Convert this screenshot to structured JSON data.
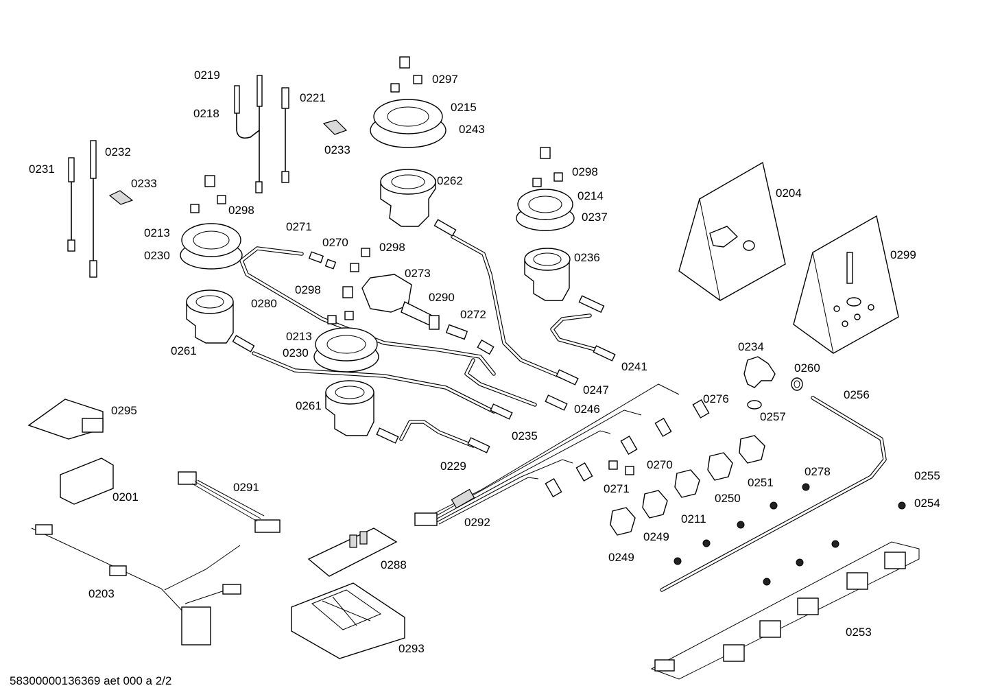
{
  "labels": [
    "0219",
    "0218",
    "0221",
    "0297",
    "0215",
    "0243",
    "0233",
    "0231",
    "0232",
    "0233",
    "0298",
    "0262",
    "0298",
    "0214",
    "0237",
    "0204",
    "0213",
    "0230",
    "0271",
    "0270",
    "0298",
    "0236",
    "0299",
    "0273",
    "0298",
    "0290",
    "0280",
    "0272",
    "0213",
    "0230",
    "0261",
    "0241",
    "0234",
    "0260",
    "0247",
    "0276",
    "0256",
    "0246",
    "0295",
    "0261",
    "0257",
    "0235",
    "0229",
    "0270",
    "0278",
    "0255",
    "0291",
    "0201",
    "0271",
    "0251",
    "0254",
    "0250",
    "0292",
    "0211",
    "0249",
    "0249",
    "0288",
    "0203",
    "0253",
    "0293"
  ],
  "footer": "58300000136369 aet 000 a 2/2"
}
